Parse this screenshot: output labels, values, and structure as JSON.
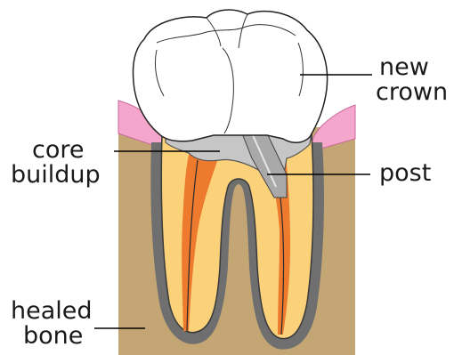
{
  "labels": {
    "crown_line1": "new",
    "crown_line2": "crown",
    "core_line1": "core",
    "core_line2": "buildup",
    "post": "post",
    "bone_line1": "healed",
    "bone_line2": "bone"
  },
  "colors": {
    "bone": "#c4a675",
    "gum": "#f4a6cc",
    "dentin": "#fbd27a",
    "root_canal_fill": "#ee7a2e",
    "core_buildup": "#c6c6c6",
    "post": "#a9a9a9",
    "crown": "#ffffff",
    "outline": "#2a2a2a",
    "root_membrane": "#6f6f6f"
  }
}
